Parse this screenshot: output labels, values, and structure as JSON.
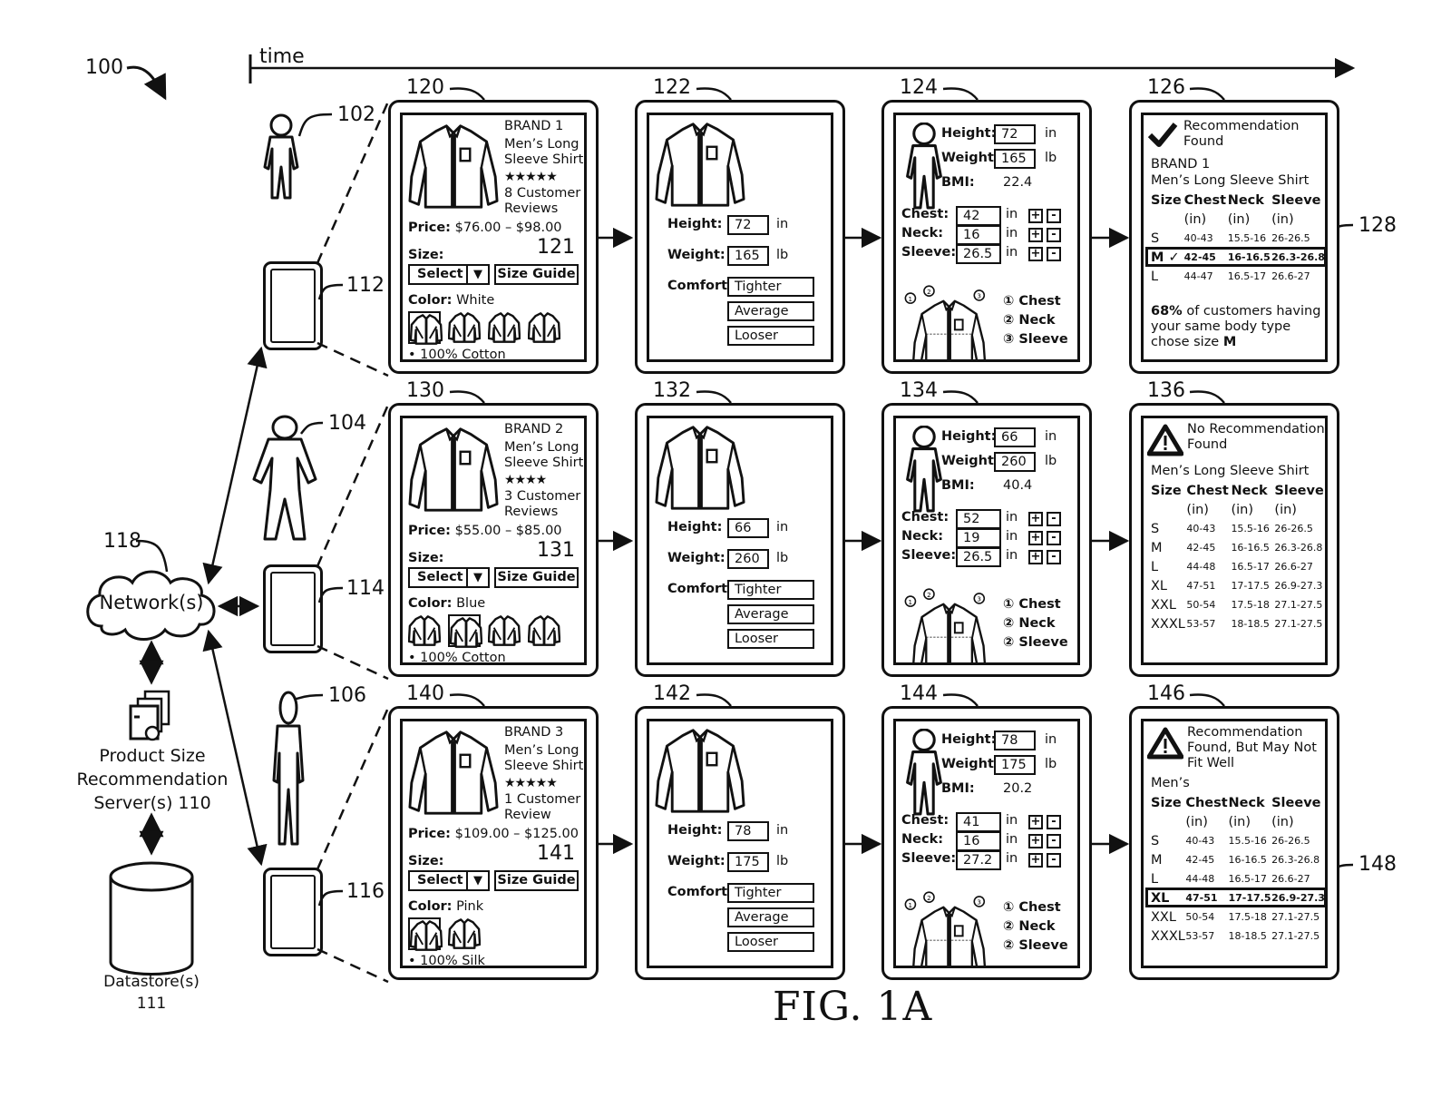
{
  "figure": {
    "ref_system": "100",
    "time_label": "time",
    "caption": "FIG. 1A"
  },
  "users": [
    {
      "ref": "102",
      "device_ref": "112"
    },
    {
      "ref": "104",
      "device_ref": "114"
    },
    {
      "ref": "106",
      "device_ref": "116"
    }
  ],
  "network": {
    "ref": "118",
    "label": "Network(s)"
  },
  "server": {
    "label_line1": "Product Size",
    "label_line2": "Recommendation",
    "label_line3": "Server(s) 110"
  },
  "datastore": {
    "label": "Datastore(s)",
    "ref": "111"
  },
  "rows": [
    {
      "product": {
        "ref": "120",
        "size_guide_ref": "121",
        "brand": "BRAND 1",
        "name_line1": "Men’s Long",
        "name_line2": "Sleeve Shirt",
        "rating_stars": 5,
        "stars": "★★★★★",
        "reviews_line1": "8 Customer",
        "reviews_line2": "Reviews",
        "price_label": "Price:",
        "price": "$76.00 – $98.00",
        "size_label": "Size:",
        "select_label": "Select",
        "size_guide_label": "Size Guide",
        "color_label": "Color:",
        "color": "White",
        "swatch_count": 4,
        "selected_swatch": 0,
        "material": "• 100% Cotton"
      },
      "body_entry": {
        "ref": "122",
        "height_label": "Height:",
        "height": "72",
        "height_unit": "in",
        "weight_label": "Weight:",
        "weight": "165",
        "weight_unit": "lb",
        "comfort_label": "Comfort:",
        "comfort_options": [
          "Tighter",
          "Average",
          "Looser"
        ]
      },
      "measurements": {
        "ref": "124",
        "height_label": "Height:",
        "height": "72",
        "height_unit": "in",
        "weight_label": "Weight:",
        "weight": "165",
        "weight_unit": "lb",
        "bmi_label": "BMI:",
        "bmi": "22.4",
        "chest_label": "Chest:",
        "chest": "42",
        "neck_label": "Neck:",
        "neck": "16",
        "sleeve_label": "Sleeve:",
        "sleeve": "26.5",
        "unit": "in",
        "plus": "+",
        "minus": "-",
        "legend": [
          "① Chest",
          "② Neck",
          "③ Sleeve"
        ]
      },
      "result": {
        "ref": "126",
        "highlight_ref": "128",
        "status": "found",
        "title_line1": "Recommendation",
        "title_line2": "Found",
        "title_line3": "",
        "brand": "BRAND 1",
        "product": "Men’s Long Sleeve Shirt",
        "columns": [
          "Size",
          "Chest",
          "Neck",
          "Sleeve"
        ],
        "units": [
          "",
          "(in)",
          "(in)",
          "(in)"
        ],
        "sizes": [
          {
            "size": "S",
            "chest": "40-43",
            "neck": "15.5-16",
            "sleeve": "26-26.5"
          },
          {
            "size": "M ✓",
            "chest": "42-45",
            "neck": "16-16.5",
            "sleeve": "26.3-26.8"
          },
          {
            "size": "L",
            "chest": "44-47",
            "neck": "16.5-17",
            "sleeve": "26.6-27"
          }
        ],
        "highlighted_index": 1,
        "note_bold": "68%",
        "note_line1": " of customers having",
        "note_line2": "your same body type",
        "note_line3": "chose size ",
        "note_size": "M"
      }
    },
    {
      "product": {
        "ref": "130",
        "size_guide_ref": "131",
        "brand": "BRAND 2",
        "name_line1": "Men’s Long",
        "name_line2": "Sleeve Shirt",
        "rating_stars": 4,
        "stars": "★★★★",
        "reviews_line1": "3 Customer",
        "reviews_line2": "Reviews",
        "price_label": "Price:",
        "price": "$55.00 – $85.00",
        "size_label": "Size:",
        "select_label": "Select",
        "size_guide_label": "Size Guide",
        "color_label": "Color:",
        "color": "Blue",
        "swatch_count": 4,
        "selected_swatch": 1,
        "material": "• 100% Cotton"
      },
      "body_entry": {
        "ref": "132",
        "height_label": "Height:",
        "height": "66",
        "height_unit": "in",
        "weight_label": "Weight:",
        "weight": "260",
        "weight_unit": "lb",
        "comfort_label": "Comfort:",
        "comfort_options": [
          "Tighter",
          "Average",
          "Looser"
        ]
      },
      "measurements": {
        "ref": "134",
        "height_label": "Height:",
        "height": "66",
        "height_unit": "in",
        "weight_label": "Weight:",
        "weight": "260",
        "weight_unit": "lb",
        "bmi_label": "BMI:",
        "bmi": "40.4",
        "chest_label": "Chest:",
        "chest": "52",
        "neck_label": "Neck:",
        "neck": "19",
        "sleeve_label": "Sleeve:",
        "sleeve": "26.5",
        "unit": "in",
        "plus": "+",
        "minus": "-",
        "legend": [
          "① Chest",
          "② Neck",
          "② Sleeve"
        ]
      },
      "result": {
        "ref": "136",
        "highlight_ref": "",
        "status": "not-found",
        "title_line1": "No Recommendation",
        "title_line2": "Found",
        "title_line3": "",
        "brand": "",
        "product": "Men’s Long Sleeve Shirt",
        "columns": [
          "Size",
          "Chest",
          "Neck",
          "Sleeve"
        ],
        "units": [
          "",
          "(in)",
          "(in)",
          "(in)"
        ],
        "sizes": [
          {
            "size": "S",
            "chest": "40-43",
            "neck": "15.5-16",
            "sleeve": "26-26.5"
          },
          {
            "size": "M",
            "chest": "42-45",
            "neck": "16-16.5",
            "sleeve": "26.3-26.8"
          },
          {
            "size": "L",
            "chest": "44-48",
            "neck": "16.5-17",
            "sleeve": "26.6-27"
          },
          {
            "size": "XL",
            "chest": "47-51",
            "neck": "17-17.5",
            "sleeve": "26.9-27.3"
          },
          {
            "size": "XXL",
            "chest": "50-54",
            "neck": "17.5-18",
            "sleeve": "27.1-27.5"
          },
          {
            "size": "XXXL",
            "chest": "53-57",
            "neck": "18-18.5",
            "sleeve": "27.1-27.5"
          }
        ],
        "highlighted_index": -1
      }
    },
    {
      "product": {
        "ref": "140",
        "size_guide_ref": "141",
        "brand": "BRAND 3",
        "name_line1": "Men’s Long",
        "name_line2": "Sleeve Shirt",
        "rating_stars": 5,
        "stars": "★★★★★",
        "reviews_line1": "1 Customer",
        "reviews_line2": "Review",
        "price_label": "Price:",
        "price": "$109.00 – $125.00",
        "size_label": "Size:",
        "select_label": "Select",
        "size_guide_label": "Size Guide",
        "color_label": "Color:",
        "color": "Pink",
        "swatch_count": 2,
        "selected_swatch": 0,
        "material": "• 100% Silk"
      },
      "body_entry": {
        "ref": "142",
        "height_label": "Height:",
        "height": "78",
        "height_unit": "in",
        "weight_label": "Weight:",
        "weight": "175",
        "weight_unit": "lb",
        "comfort_label": "Comfort:",
        "comfort_options": [
          "Tighter",
          "Average",
          "Looser"
        ]
      },
      "measurements": {
        "ref": "144",
        "height_label": "Height:",
        "height": "78",
        "height_unit": "in",
        "weight_label": "Weight:",
        "weight": "175",
        "weight_unit": "lb",
        "bmi_label": "BMI:",
        "bmi": "20.2",
        "chest_label": "Chest:",
        "chest": "41",
        "neck_label": "Neck:",
        "neck": "16",
        "sleeve_label": "Sleeve:",
        "sleeve": "27.2",
        "unit": "in",
        "plus": "+",
        "minus": "-",
        "legend": [
          "① Chest",
          "② Neck",
          "② Sleeve"
        ]
      },
      "result": {
        "ref": "146",
        "highlight_ref": "148",
        "status": "warning",
        "title_line1": "Recommendation",
        "title_line2": "Found, But May Not",
        "title_line3": "Fit Well",
        "brand": "",
        "product": "Men’s",
        "columns": [
          "Size",
          "Chest",
          "Neck",
          "Sleeve"
        ],
        "units": [
          "",
          "(in)",
          "(in)",
          "(in)"
        ],
        "sizes": [
          {
            "size": "S",
            "chest": "40-43",
            "neck": "15.5-16",
            "sleeve": "26-26.5"
          },
          {
            "size": "M",
            "chest": "42-45",
            "neck": "16-16.5",
            "sleeve": "26.3-26.8"
          },
          {
            "size": "L",
            "chest": "44-48",
            "neck": "16.5-17",
            "sleeve": "26.6-27"
          },
          {
            "size": "XL",
            "chest": "47-51",
            "neck": "17-17.5",
            "sleeve": "26.9-27.3"
          },
          {
            "size": "XXL",
            "chest": "50-54",
            "neck": "17.5-18",
            "sleeve": "27.1-27.5"
          },
          {
            "size": "XXXL",
            "chest": "53-57",
            "neck": "18-18.5",
            "sleeve": "27.1-27.5"
          }
        ],
        "highlighted_index": 3
      }
    }
  ]
}
